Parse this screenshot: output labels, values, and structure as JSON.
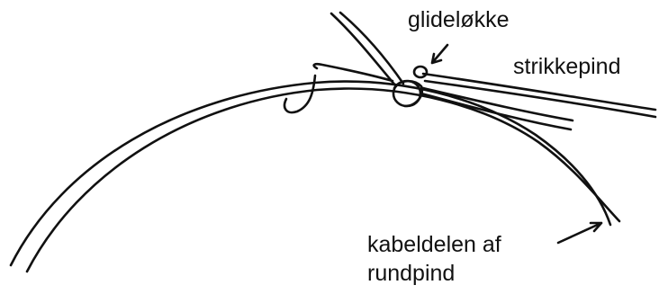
{
  "labels": {
    "slip_knot": "glideløkke",
    "needle": "strikkepind",
    "cable_line1": "kabeldelen af",
    "cable_line2": "rundpind"
  },
  "colors": {
    "ink": "#111111",
    "background": "#ffffff"
  }
}
